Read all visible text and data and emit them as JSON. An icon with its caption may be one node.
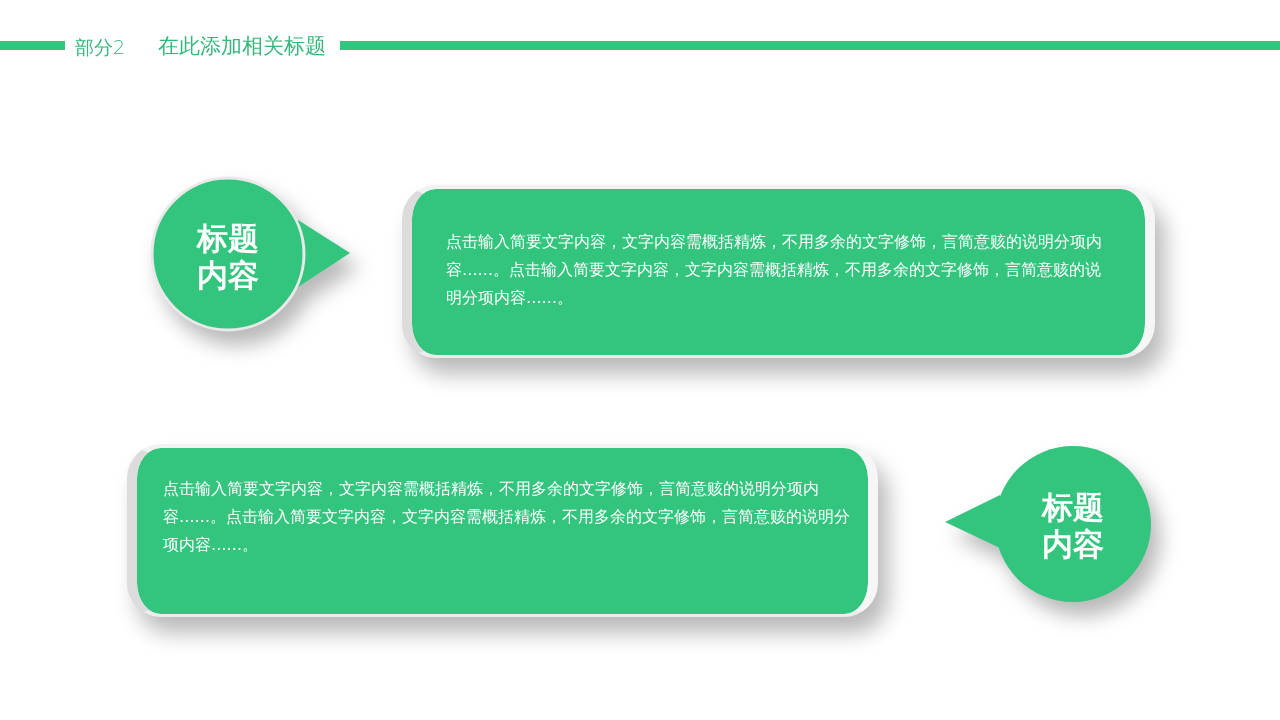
{
  "diagram": {
    "title": "在此添加相关标题",
    "nodes": [
      {
        "text": [
          "标题内容"
        ]
      },
      {
        "text": [
          "点击输入简要文字内容，文字内容需概括精炼，不用多余的文字修饰，言简意赅的说明分项内容……。点击输入简要文字内容，文字内容需概括精炼，不用多余的文字修饰，言简意赅的说明分项内容……。"
        ]
      },
      {
        "text": [
          "点击输入简要文字内容，文字内容需概括精炼，不用多余的文字修饰，言简意赅的说明分项内容……。点击输入简要文字内容，文字内容需概括精炼，不用多余的文字修饰，言简意赅的说明分项内容……。"
        ]
      },
      {
        "text": [
          "标题内容"
        ]
      }
    ],
    "labels": [
      "部分2"
    ]
  }
}
